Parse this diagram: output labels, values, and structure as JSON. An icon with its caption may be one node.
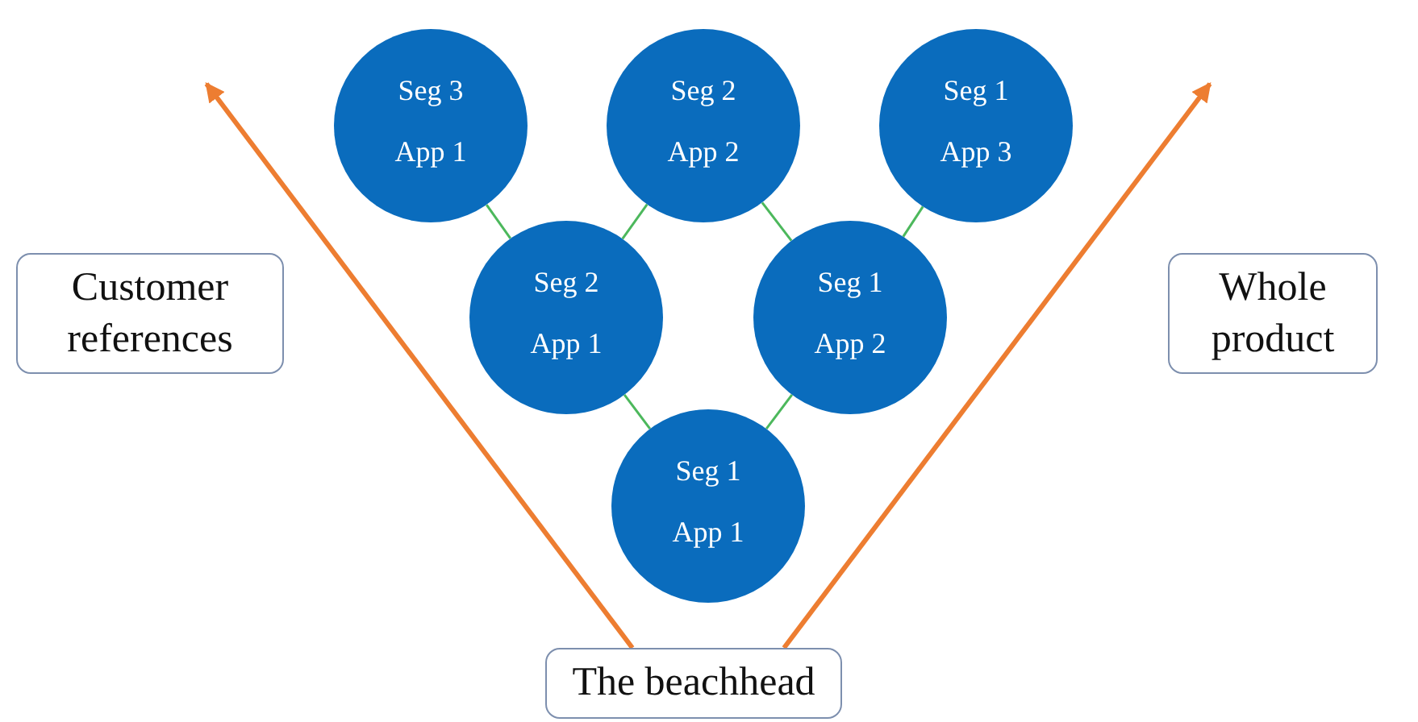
{
  "diagram": {
    "nodes": [
      {
        "text": [
          "Seg 3",
          "App 1"
        ]
      },
      {
        "text": [
          "Seg 2",
          "App 2"
        ]
      },
      {
        "text": [
          "Seg 1",
          "App 3"
        ]
      },
      {
        "text": [
          "Customer references"
        ]
      },
      {
        "text": [
          "Seg 2",
          "App 1"
        ]
      },
      {
        "text": [
          "Seg 1",
          "App 2"
        ]
      },
      {
        "text": [
          "Whole product"
        ]
      },
      {
        "text": [
          "Seg 1",
          "App 1"
        ]
      },
      {
        "text": [
          "The beachhead"
        ]
      }
    ],
    "edges": [
      {
        "from": 0,
        "to": 4,
        "arrow": "none"
      },
      {
        "from": 1,
        "to": 4,
        "arrow": "none"
      },
      {
        "from": 1,
        "to": 5,
        "arrow": "none"
      },
      {
        "from": 2,
        "to": 5,
        "arrow": "none"
      },
      {
        "from": 4,
        "to": 7,
        "arrow": "none"
      },
      {
        "from": 5,
        "to": 7,
        "arrow": "none"
      },
      {
        "from": 8,
        "to": null,
        "arrow": "to",
        "style": "thick",
        "color": "#ed7d31"
      },
      {
        "from": 8,
        "to": null,
        "arrow": "to",
        "style": "thick",
        "color": "#ed7d31"
      }
    ]
  }
}
